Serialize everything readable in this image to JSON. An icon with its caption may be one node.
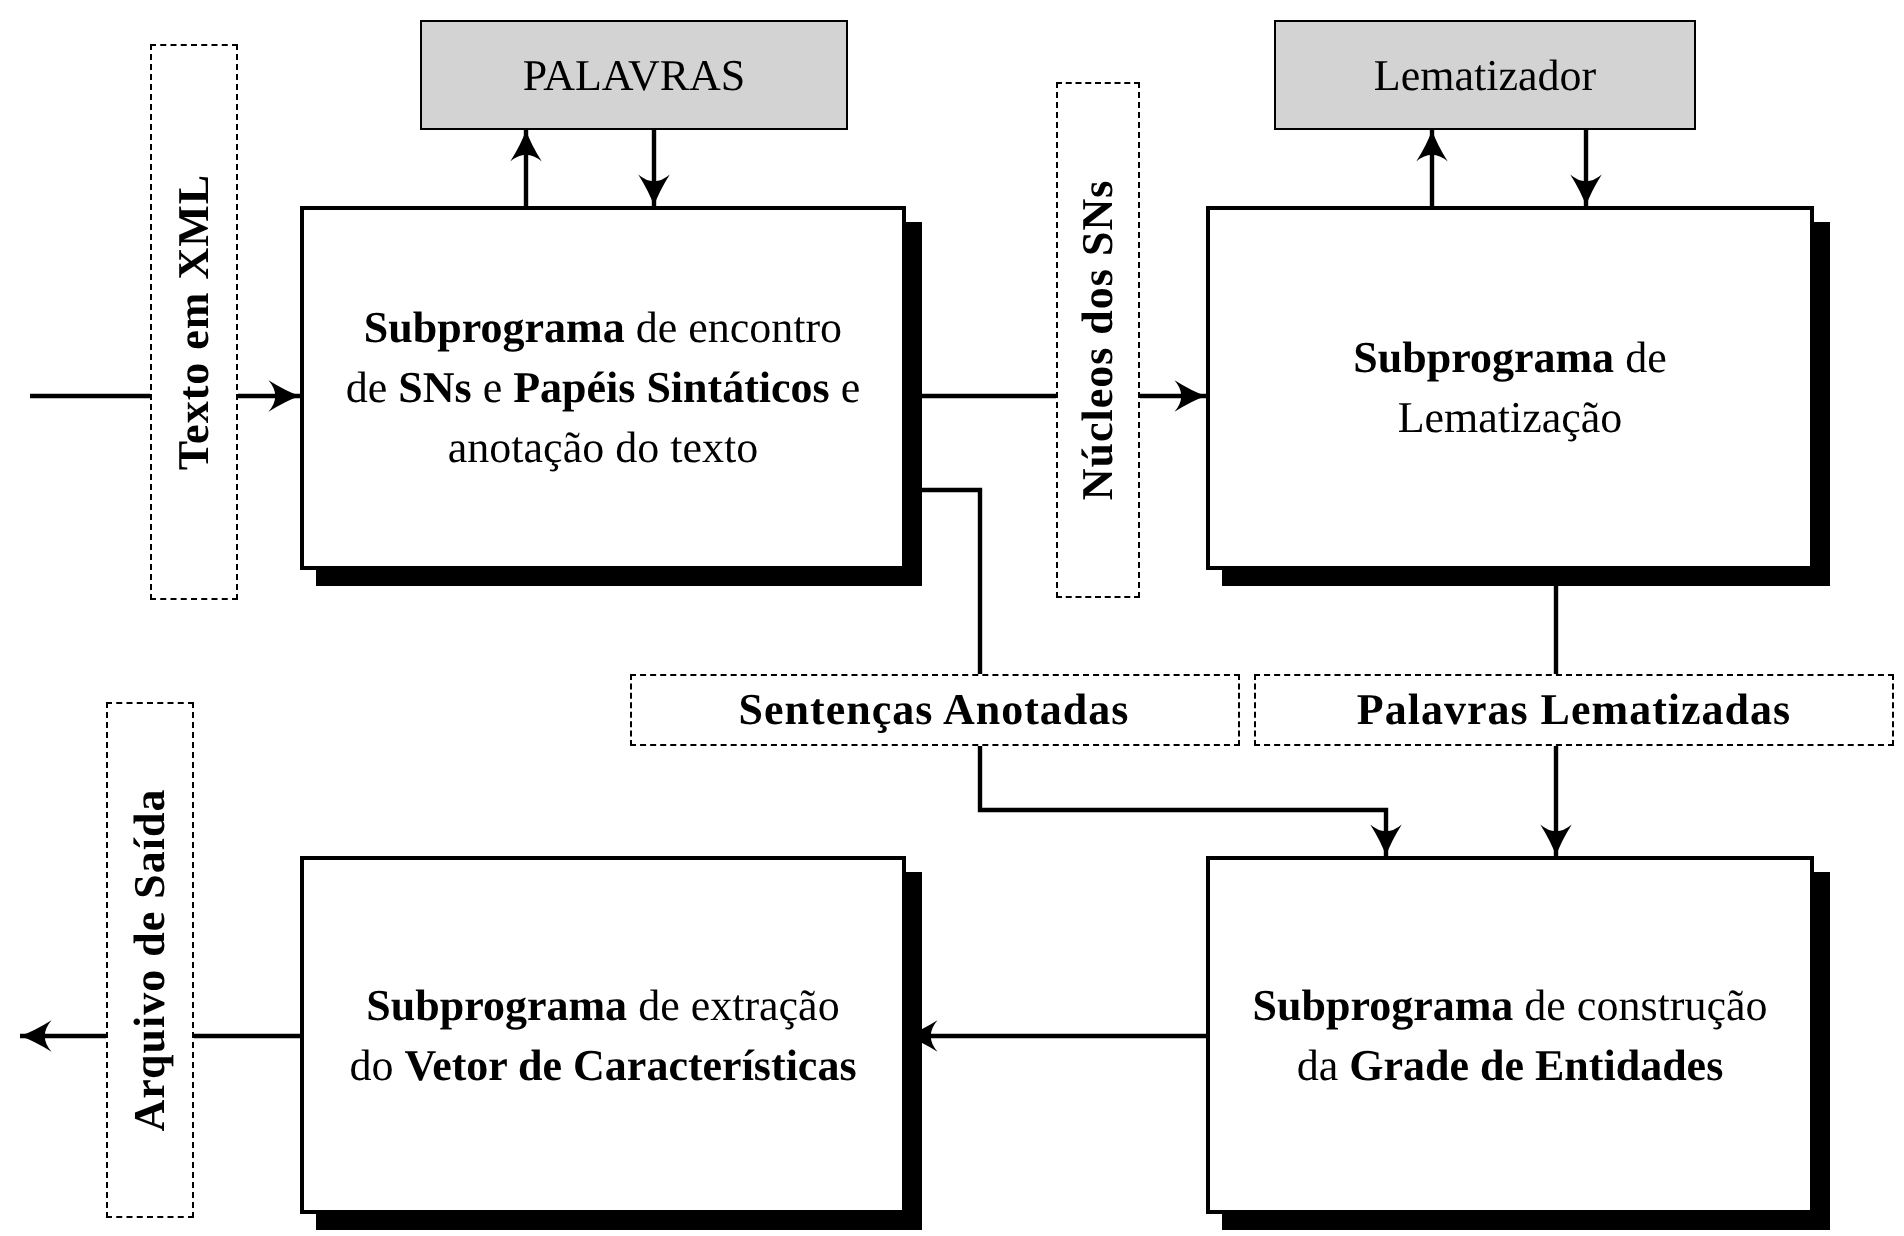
{
  "diagram": {
    "nodes": [
      {
        "text": [
          "PALAVRAS"
        ]
      },
      {
        "text": [
          "Lematizador"
        ]
      },
      {
        "text": [
          "**Subprograma** de encontro de **SNs** e **Papéis Sintáticos** e anotação do texto"
        ]
      },
      {
        "text": [
          "**Subprograma** de Lematização"
        ]
      },
      {
        "text": [
          "**Subprograma** de extração do **Vetor de Características**"
        ]
      },
      {
        "text": [
          "**Subprograma** de construção da **Grade de Entidades**"
        ]
      }
    ],
    "edges": [
      {
        "from": null,
        "to": 2,
        "arrow": "to",
        "label": "Texto em XML"
      },
      {
        "from": 2,
        "to": 0,
        "arrow": "to"
      },
      {
        "from": 0,
        "to": 2,
        "arrow": "to"
      },
      {
        "from": 2,
        "to": 3,
        "arrow": "to",
        "label": "Núcleos dos SNs"
      },
      {
        "from": 3,
        "to": 1,
        "arrow": "to"
      },
      {
        "from": 1,
        "to": 3,
        "arrow": "to"
      },
      {
        "from": 2,
        "to": 5,
        "arrow": "to",
        "label": "Sentenças Anotadas"
      },
      {
        "from": 3,
        "to": 5,
        "arrow": "to",
        "label": "Palavras Lematizadas"
      },
      {
        "from": 5,
        "to": 4,
        "arrow": "to"
      },
      {
        "from": 4,
        "to": null,
        "arrow": "to",
        "label": "Arquivo de Saída"
      }
    ]
  }
}
